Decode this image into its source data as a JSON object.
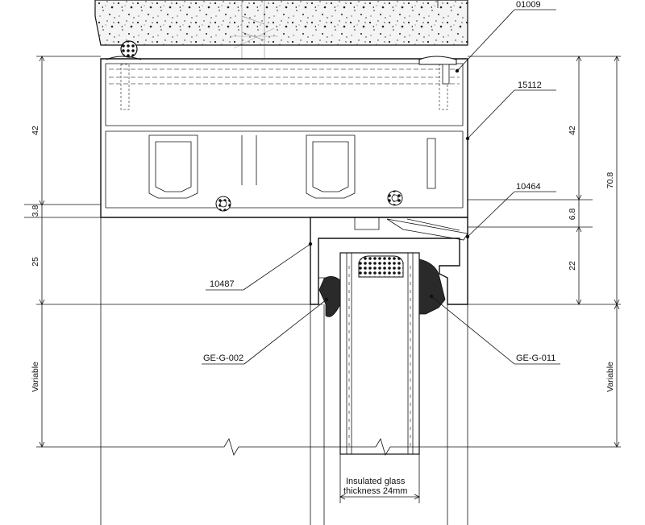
{
  "labels": {
    "p01009": "01009",
    "p15112": "15112",
    "p10464": "10464",
    "p10487": "10487",
    "geg002": "GE-G-002",
    "geg011": "GE-G-011",
    "glass_line1": "Insulated glass",
    "glass_line2": "thickness 24mm"
  },
  "dimensions": {
    "left_42": "42",
    "left_3_8": "3.8",
    "left_25": "25",
    "left_variable": "Variable",
    "right_42": "42",
    "right_6_8": "6.8",
    "right_22": "22",
    "right_70_8": "70.8",
    "right_variable": "Variable"
  }
}
